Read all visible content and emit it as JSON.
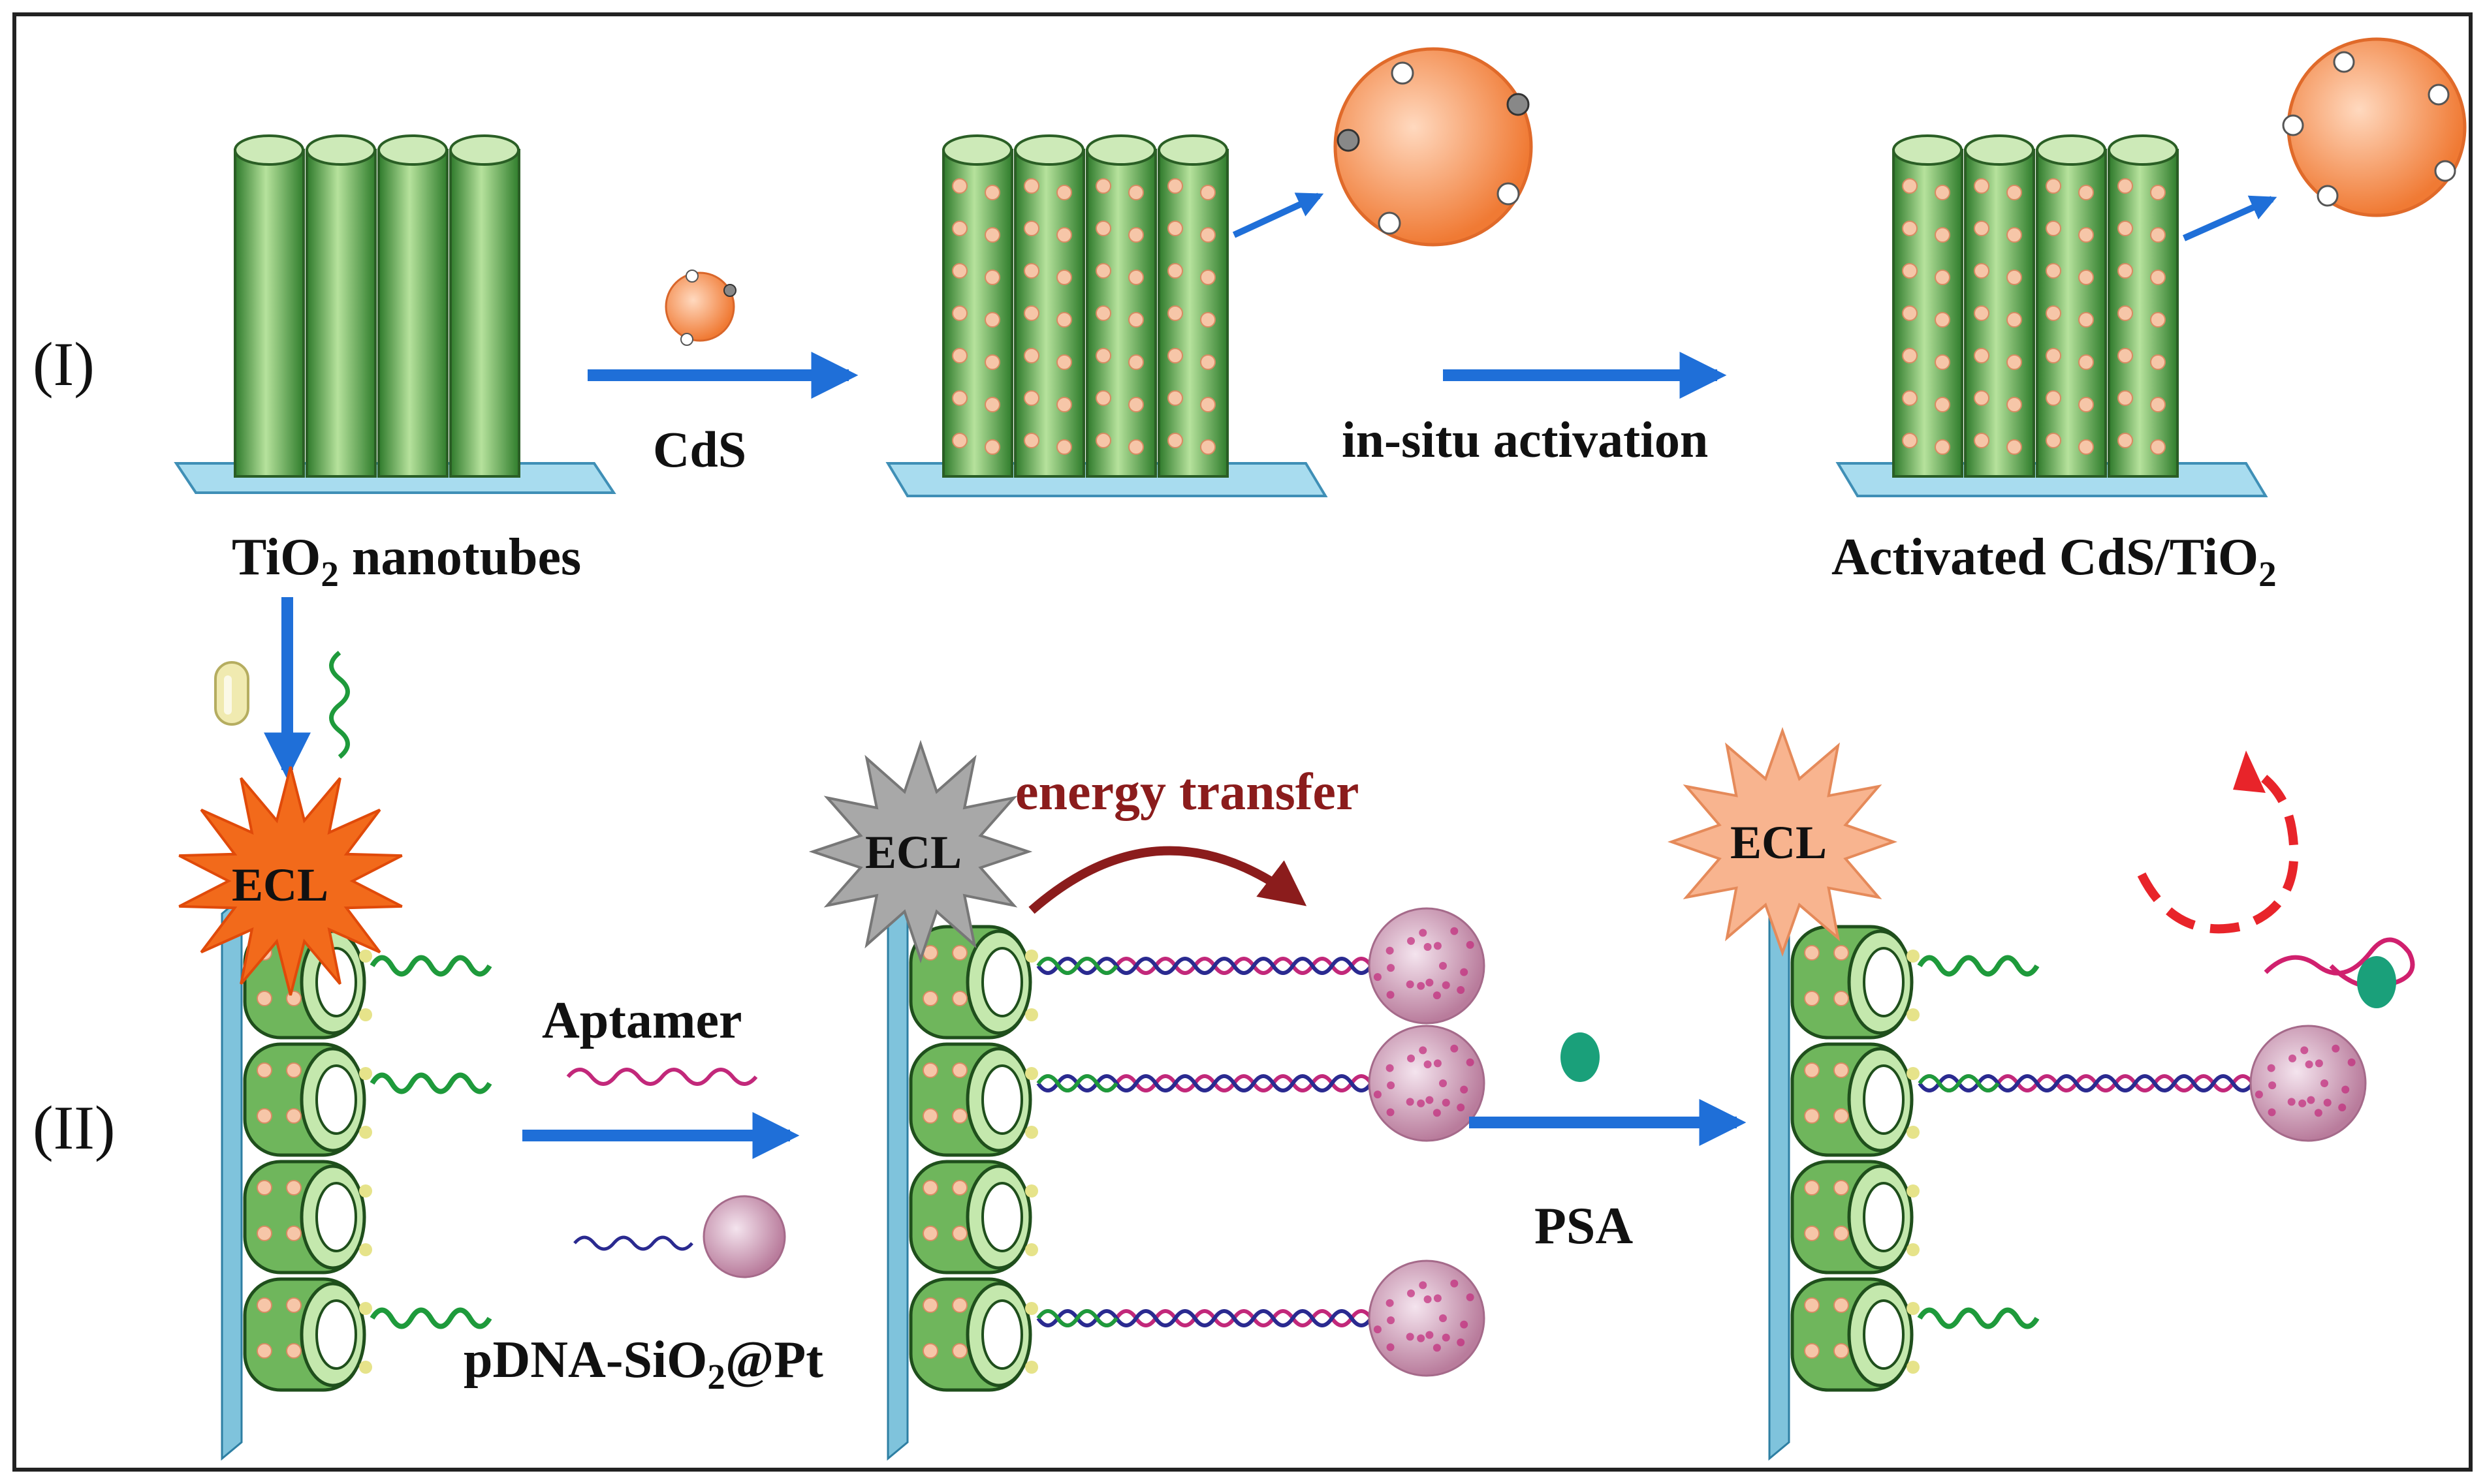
{
  "panels": {
    "row1": "(I)",
    "row2": "(II)"
  },
  "labels": {
    "tio2_main": "TiO",
    "tio2_sub": "2",
    "tio2_rest": " nanotubes",
    "cds": "CdS",
    "insitu": "in-situ activation",
    "activated_main": "Activated CdS/TiO",
    "activated_sub": "2",
    "aptamer": "Aptamer",
    "pdna_a": "pDNA-SiO",
    "pdna_sub": "2",
    "pdna_b": "@Pt",
    "energy": "energy transfer",
    "psa": "PSA",
    "ecl": "ECL"
  },
  "colors": {
    "tube_green": "#3f8f3a",
    "tube_light": "#9fd08a",
    "substrate": "#9fd3e6",
    "arrow_blue": "#1f6fd8",
    "ecl_orange": "#f26a1b",
    "ecl_gray": "#9a9a9a",
    "ecl_peach": "#f7b08a",
    "cds_orange": "#f58a4a",
    "nanoparticle": "#c78aa8",
    "energy_red": "#8b1c1c",
    "dashed_red": "#e8242a",
    "psa_green": "#1aa07a"
  }
}
